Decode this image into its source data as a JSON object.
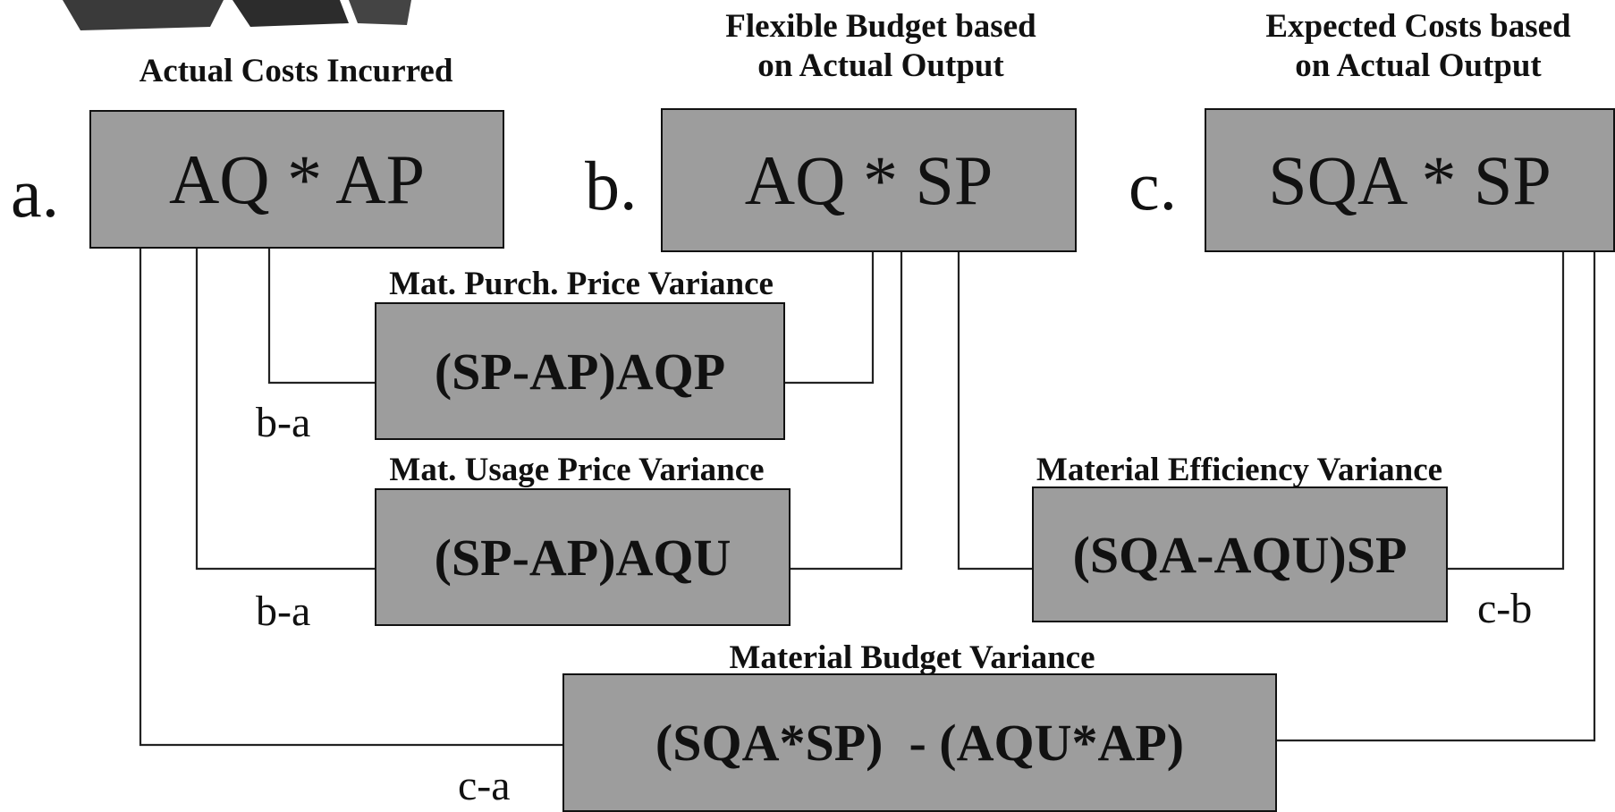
{
  "headings": {
    "actual": "Actual Costs Incurred",
    "flexible_line1": "Flexible Budget based",
    "flexible_line2": "on Actual Output",
    "expected_line1": "Expected Costs based",
    "expected_line2": "on Actual Output"
  },
  "top_boxes": [
    {
      "marker": "a.",
      "formula": "AQ * AP"
    },
    {
      "marker": "b.",
      "formula": "AQ * SP"
    },
    {
      "marker": "c.",
      "formula": "SQA * SP"
    }
  ],
  "variances": {
    "purchase_price": {
      "title": "Mat. Purch. Price Variance",
      "formula": "(SP-AP)AQP",
      "tag": "b-a"
    },
    "usage_price": {
      "title": "Mat. Usage Price Variance",
      "formula": "(SP-AP)AQU",
      "tag": "b-a"
    },
    "efficiency": {
      "title": "Material Efficiency Variance",
      "formula": "(SQA-AQU)SP",
      "tag": "c-b"
    },
    "budget": {
      "title": "Material Budget Variance",
      "formula": "(SQA*SP)  - (AQU*AP)",
      "tag": "c-a"
    }
  },
  "colors": {
    "box_fill": "#9d9d9d",
    "line": "#222222",
    "text": "#111111"
  }
}
